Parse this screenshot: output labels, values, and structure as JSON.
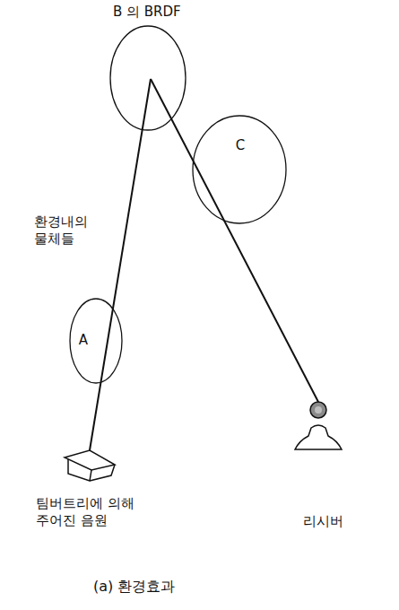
{
  "diagram": {
    "caption": "(a) 환경효과",
    "nodes": [
      {
        "text": [
          "B 의 BRDF"
        ]
      },
      {
        "text": [
          "C"
        ]
      },
      {
        "text": [
          "A"
        ]
      },
      {
        "text": [
          "팀버트리에 의해 주어진 음원"
        ]
      },
      {
        "text": [
          "리시버"
        ]
      }
    ],
    "edges": [
      {
        "from": 3,
        "to": 0,
        "arrow": "none"
      },
      {
        "from": 0,
        "to": 4,
        "arrow": "none"
      }
    ],
    "labels": [
      "환경내의 물체들"
    ]
  }
}
